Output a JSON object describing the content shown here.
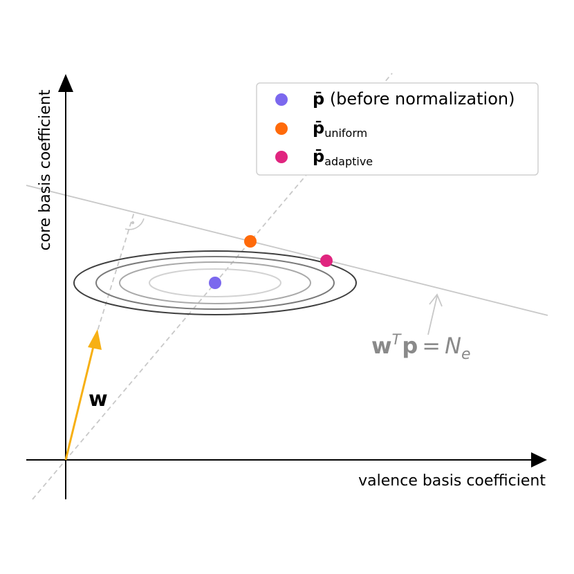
{
  "axes": {
    "xlabel": "valence basis coefficient",
    "ylabel": "core basis coefficient"
  },
  "vector": {
    "label": "w",
    "color": "#f7b014"
  },
  "constraint": {
    "label_w": "w",
    "label_T": "T",
    "label_p": "p",
    "label_eq": "=",
    "label_N": "N",
    "label_sub": "e",
    "color": "#8a8a8a"
  },
  "legend": {
    "items": [
      {
        "symbol": "p̄",
        "text": " (before normalization)",
        "sub": "",
        "color": "#7b68ee"
      },
      {
        "symbol": "p̄",
        "text": "",
        "sub": "uniform",
        "color": "#ff6a0a"
      },
      {
        "symbol": "p̄",
        "text": "",
        "sub": "adaptive",
        "color": "#e0257f"
      }
    ]
  },
  "colors": {
    "axis": "#000000",
    "dashed_line": "#c8c8c8",
    "constraint_line": "#c8c8c8",
    "contour_colors": [
      "#d2d2d2",
      "#a9a9a9",
      "#7a7a7a",
      "#3f3f3f"
    ]
  }
}
